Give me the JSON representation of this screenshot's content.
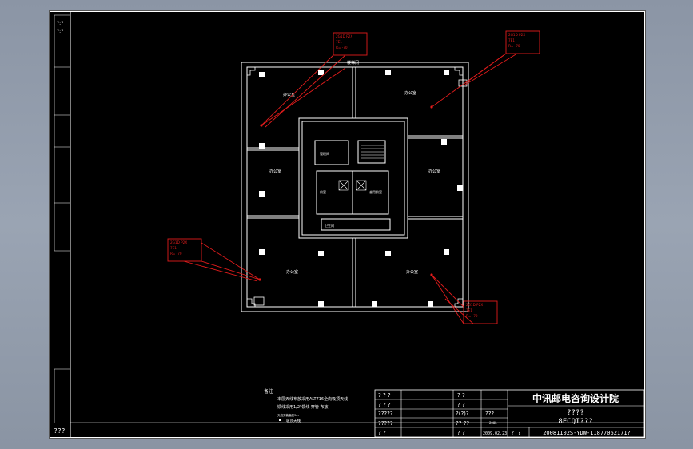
{
  "drawing": {
    "tl_marks": [
      "?:?",
      "?:?"
    ],
    "left_strip_label": "???",
    "annotations": [
      {
        "lines": [
          "2G1D P2X",
          "7E1",
          "R= -70"
        ]
      },
      {
        "lines": [
          "2G1D P2X",
          "7E1",
          "R= -70"
        ]
      },
      {
        "lines": [
          "2G1D P2X",
          "7E1",
          "R= -70"
        ]
      },
      {
        "lines": [
          "2G1D P2X",
          "7E1",
          "R= -70"
        ]
      }
    ],
    "rooms": [
      "办公室",
      "办公室",
      "办公室",
      "办公室",
      "办公室",
      "办公室"
    ],
    "core_labels": [
      "管理间",
      "前室",
      "合用前室",
      "卫生间"
    ],
    "top_tag": "楼梯间",
    "notes": {
      "title": "备注",
      "lines": [
        "本层天线布放采用ALT716全向吸顶天线",
        "馈线采用1/2\"馈线 穿管 布放"
      ],
      "small": "天线安装高度3m",
      "legend": "吸顶天线"
    }
  },
  "title_block": {
    "company": "中讯邮电咨询设计院",
    "title_line1": "????",
    "title_line2": "8FCQT???",
    "left_rows": [
      "? ? ?",
      "? ? ?",
      "?????",
      "?????",
      "?    ?"
    ],
    "mid_rows": [
      "?  ?",
      "?  ?",
      "?(?)?",
      "??  ??",
      "?  ?"
    ],
    "col3_text": "???",
    "col3_small": "200L",
    "date": "2009.02.23",
    "page_mark": "?  ?",
    "drawing_no": "20081102S-YDW-11877062171?"
  }
}
